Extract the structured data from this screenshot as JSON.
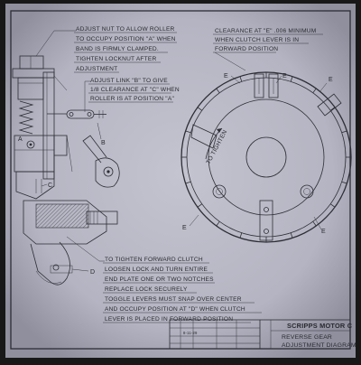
{
  "notes": {
    "roller_adjust": [
      "ADJUST NUT TO ALLOW ROLLER",
      "TO OCCUPY POSITION \"A\" WHEN",
      "BAND IS FIRMLY CLAMPED.",
      "TIGHTEN LOCKNUT AFTER",
      "ADJUSTMENT"
    ],
    "link_adjust": [
      "ADJUST LINK \"B\" TO GIVE",
      "1/8 CLEARANCE AT \"C\" WHEN",
      "ROLLER IS AT POSITION \"A\""
    ],
    "clearance": [
      "CLEARANCE AT \"E\" .006 MINIMUM",
      "WHEN CLUTCH LEVER IS IN",
      "FORWARD POSITION"
    ],
    "tighten_clutch": [
      "TO TIGHTEN FORWARD CLUTCH",
      "LOOSEN LOCK AND TURN ENTIRE",
      "END PLATE ONE OR TWO NOTCHES",
      "REPLACE LOCK SECURELY",
      "TOGGLE LEVERS MUST SNAP OVER CENTER",
      "AND OCCUPY POSITION AT \"D\" WHEN CLUTCH",
      "LEVER IS PLACED IN FORWARD POSITION"
    ]
  },
  "labels": {
    "a": "A",
    "b": "B",
    "c": "C",
    "d": "D",
    "e": "E",
    "to_tighten": "TO TIGHTEN"
  },
  "title_block": {
    "company": "SCRIPPS MOTOR C",
    "title_line1": "REVERSE GEAR",
    "title_line2": "ADJUSTMENT DIAGRAM",
    "date": "8-11-29"
  },
  "colors": {
    "paper": "#b9b9c6",
    "ink": "#2d2d35"
  }
}
